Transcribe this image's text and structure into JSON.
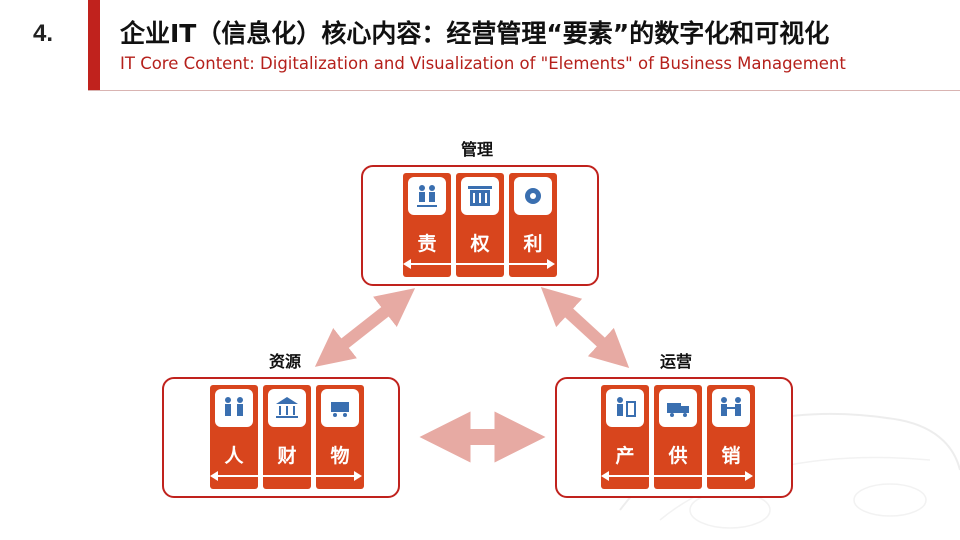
{
  "header": {
    "number": "4.",
    "title_zh": "企业IT（信息化）核心内容：经营管理“要素”的数字化和可视化",
    "title_en": "IT  Core Content: Digitalization and Visualization of \"Elements\" of Business Management"
  },
  "groups": {
    "management": {
      "label": "管理",
      "items": [
        "责",
        "权",
        "利"
      ]
    },
    "resources": {
      "label": "资源",
      "items": [
        "人",
        "财",
        "物"
      ]
    },
    "operations": {
      "label": "运营",
      "items": [
        "产",
        "供",
        "销"
      ]
    }
  },
  "colors": {
    "accent": "#c0221d",
    "tile": "#d8451d",
    "arrow": "#e7aaa3"
  }
}
